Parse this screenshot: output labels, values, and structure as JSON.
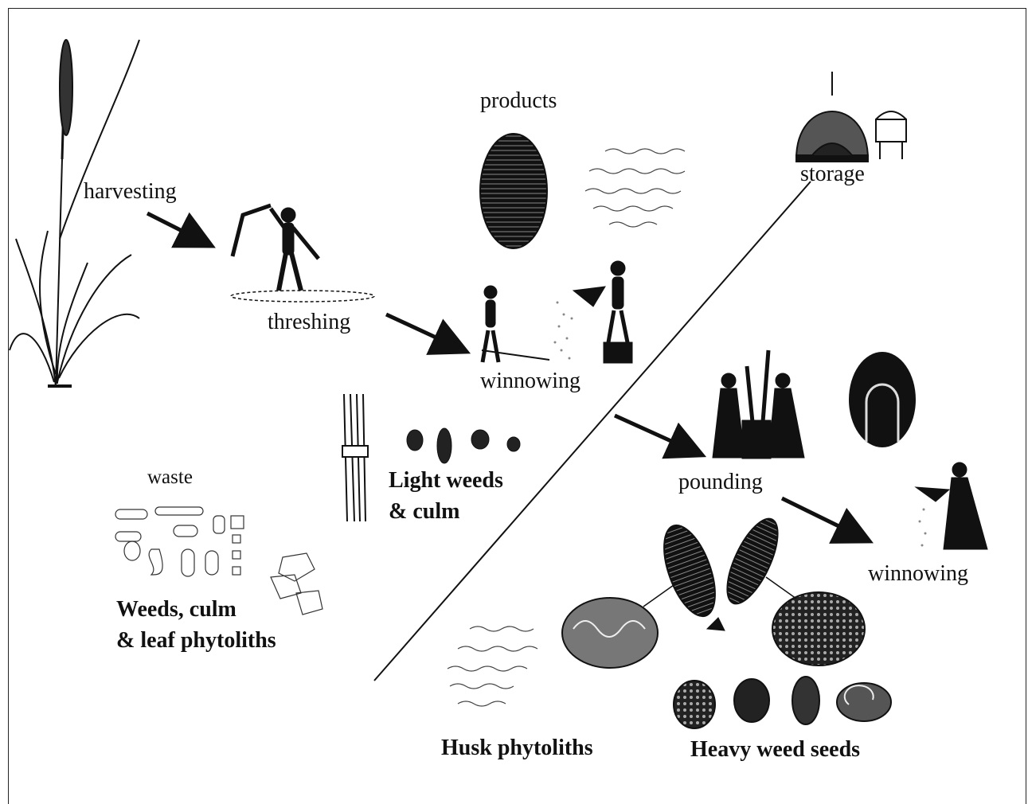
{
  "labels": {
    "harvesting": "harvesting",
    "threshing": "threshing",
    "winnowing_1": "winnowing",
    "products": "products",
    "storage": "storage",
    "pounding": "pounding",
    "winnowing_2": "winnowing",
    "waste": "waste",
    "light_weeds_line1": "Light weeds",
    "light_weeds_line2": "& culm",
    "weeds_culm_line1": "Weeds, culm",
    "weeds_culm_line2": "& leaf phytoliths",
    "husk_phytoliths": "Husk phytoliths",
    "heavy_weed_seeds": "Heavy weed seeds"
  },
  "colors": {
    "ink": "#111111",
    "background": "#ffffff"
  }
}
